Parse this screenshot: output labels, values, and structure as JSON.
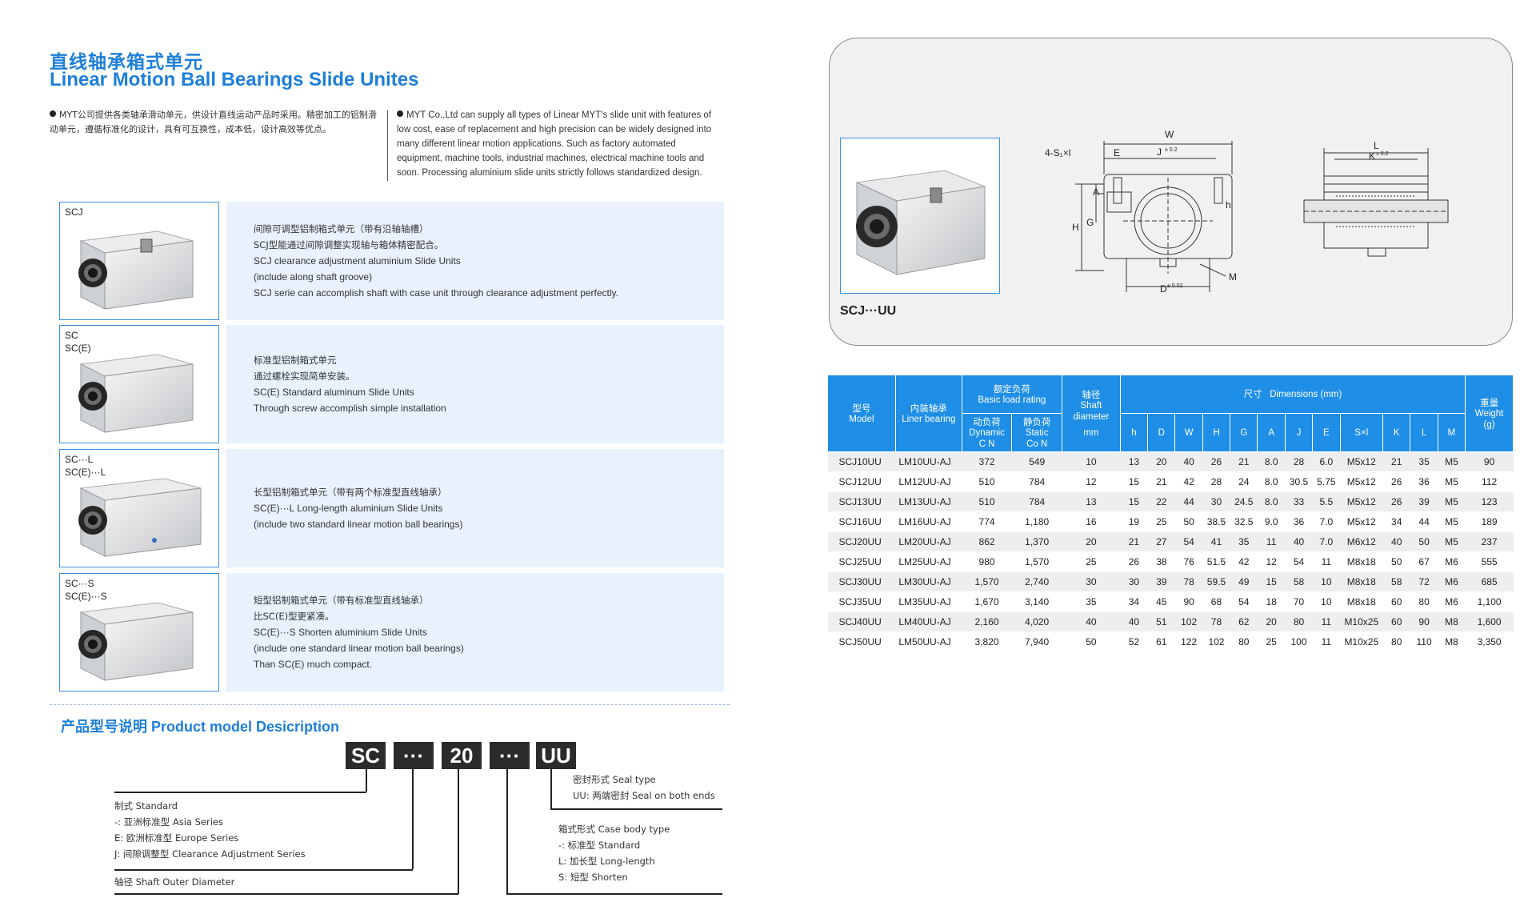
{
  "header": {
    "title_cn": "直线轴承箱式单元",
    "title_en": "Linear Motion Ball Bearings Slide Unites"
  },
  "intro": {
    "cn": "MYT公司提供各类轴承滑动单元，供设计直线运动产品时采用。精密加工的铝制滑动单元，遵循标准化的设计，具有可互换性，成本低，设计高效等优点。",
    "en": "MYT Co.,Ltd can supply all types of Linear MYT's slide unit with features of low cost, ease of replacement and high precision can be widely designed into many different linear motion applications. Such as factory automated equipment, machine tools, industrial machines, electrical machine tools and soon. Processing aluminium slide units strictly follows standardized design."
  },
  "types": [
    {
      "label": "SCJ",
      "lines": [
        "间隙可调型铝制箱式单元（带有沿轴轴槽）",
        "SCJ型能通过间隙调整实现轴与箱体精密配合。",
        "SCJ clearance adjustment aluminium Slide Units",
        "(include along shaft groove)",
        "SCJ serie can accomplish shaft with case unit through clearance adjustment perfectly."
      ]
    },
    {
      "label": "SC\nSC(E)",
      "lines": [
        "标准型铝制箱式单元",
        "通过螺栓实现简单安装。",
        "SC(E) Standard aluminum Slide Units",
        "Through screw accomplish simple installation"
      ]
    },
    {
      "label": "SC···L\nSC(E)···L",
      "lines": [
        "长型铝制箱式单元（带有两个标准型直线轴承）",
        "SC(E)···L Long-length aluminium Slide Units",
        "(include two standard linear motion ball bearings)"
      ]
    },
    {
      "label": "SC···S\nSC(E)···S",
      "lines": [
        "短型铝制箱式单元（带有标准型直线轴承）",
        "比SC(E)型更紧凑。",
        "SC(E)···S Shorten aluminium Slide Units",
        "(include one standard linear motion ball bearings)",
        "Than SC(E) much compact."
      ]
    }
  ],
  "product_model": {
    "title": "产品型号说明 Product model Desicription",
    "codes": [
      "SC",
      "···",
      "20",
      "···",
      "UU"
    ],
    "left_block": [
      "制式 Standard",
      "-: 亚洲标准型  Asia Series",
      "E: 欧洲标准型  Europe Series",
      "J: 间隙调整型  Clearance Adjustment Series"
    ],
    "shaft_label": "轴径 Shaft Outer Diameter",
    "seal_block": [
      "密封形式 Seal type",
      "UU: 两端密封  Seal on both ends"
    ],
    "case_block": [
      "箱式形式 Case body type",
      "-: 标准型  Standard",
      "L: 加长型  Long-length",
      "S: 短型  Shorten"
    ]
  },
  "drawing": {
    "label": "SCJ···UU",
    "dims": {
      "W": "W",
      "E": "E",
      "S": "4-S₁×l",
      "J": "J",
      "tol02": "± 0.2",
      "tol002": "± 0.02",
      "A": "A",
      "G": "G",
      "H": "H",
      "h": "h",
      "D": "D",
      "M": "M",
      "L": "L",
      "K": "K"
    }
  },
  "table": {
    "headers": {
      "model_cn": "型号",
      "model_en": "Model",
      "bearing_cn": "内装轴承",
      "bearing_en": "Liner bearing",
      "load_cn": "额定负荷",
      "load_en": "Basic load rating",
      "dyn_cn": "动负荷",
      "dyn_en": "Dynamic",
      "dyn_unit": "C N",
      "stat_cn": "静负荷",
      "stat_en": "Static",
      "stat_unit": "Co N",
      "shaft_cn": "轴径",
      "shaft_en": "Shaft diameter",
      "shaft_unit": "mm",
      "dim_cn": "尺寸",
      "dim_en": "Dimensions (mm)",
      "weight_cn": "重量",
      "weight_en": "Weight",
      "weight_unit": "(g)",
      "dim_cols": [
        "h",
        "D",
        "W",
        "H",
        "G",
        "A",
        "J",
        "E",
        "S×l",
        "K",
        "L",
        "M"
      ]
    },
    "rows": [
      [
        "SCJ10UU",
        "LM10UU-AJ",
        "372",
        "549",
        "10",
        "13",
        "20",
        "40",
        "26",
        "21",
        "8.0",
        "28",
        "6.0",
        "M5x12",
        "21",
        "35",
        "M5",
        "90"
      ],
      [
        "SCJ12UU",
        "LM12UU-AJ",
        "510",
        "784",
        "12",
        "15",
        "21",
        "42",
        "28",
        "24",
        "8.0",
        "30.5",
        "5.75",
        "M5x12",
        "26",
        "36",
        "M5",
        "112"
      ],
      [
        "SCJ13UU",
        "LM13UU-AJ",
        "510",
        "784",
        "13",
        "15",
        "22",
        "44",
        "30",
        "24.5",
        "8.0",
        "33",
        "5.5",
        "M5x12",
        "26",
        "39",
        "M5",
        "123"
      ],
      [
        "SCJ16UU",
        "LM16UU-AJ",
        "774",
        "1,180",
        "16",
        "19",
        "25",
        "50",
        "38.5",
        "32.5",
        "9.0",
        "36",
        "7.0",
        "M5x12",
        "34",
        "44",
        "M5",
        "189"
      ],
      [
        "SCJ20UU",
        "LM20UU-AJ",
        "862",
        "1,370",
        "20",
        "21",
        "27",
        "54",
        "41",
        "35",
        "11",
        "40",
        "7.0",
        "M6x12",
        "40",
        "50",
        "M5",
        "237"
      ],
      [
        "SCJ25UU",
        "LM25UU-AJ",
        "980",
        "1,570",
        "25",
        "26",
        "38",
        "76",
        "51.5",
        "42",
        "12",
        "54",
        "11",
        "M8x18",
        "50",
        "67",
        "M6",
        "555"
      ],
      [
        "SCJ30UU",
        "LM30UU-AJ",
        "1,570",
        "2,740",
        "30",
        "30",
        "39",
        "78",
        "59.5",
        "49",
        "15",
        "58",
        "10",
        "M8x18",
        "58",
        "72",
        "M6",
        "685"
      ],
      [
        "SCJ35UU",
        "LM35UU-AJ",
        "1,670",
        "3,140",
        "35",
        "34",
        "45",
        "90",
        "68",
        "54",
        "18",
        "70",
        "10",
        "M8x18",
        "60",
        "80",
        "M6",
        "1,100"
      ],
      [
        "SCJ40UU",
        "LM40UU-AJ",
        "2,160",
        "4,020",
        "40",
        "40",
        "51",
        "102",
        "78",
        "62",
        "20",
        "80",
        "11",
        "M10x25",
        "60",
        "90",
        "M8",
        "1,600"
      ],
      [
        "SCJ50UU",
        "LM50UU-AJ",
        "3,820",
        "7,940",
        "50",
        "52",
        "61",
        "122",
        "102",
        "80",
        "25",
        "100",
        "11",
        "M10x25",
        "80",
        "110",
        "M8",
        "3,350"
      ]
    ]
  }
}
